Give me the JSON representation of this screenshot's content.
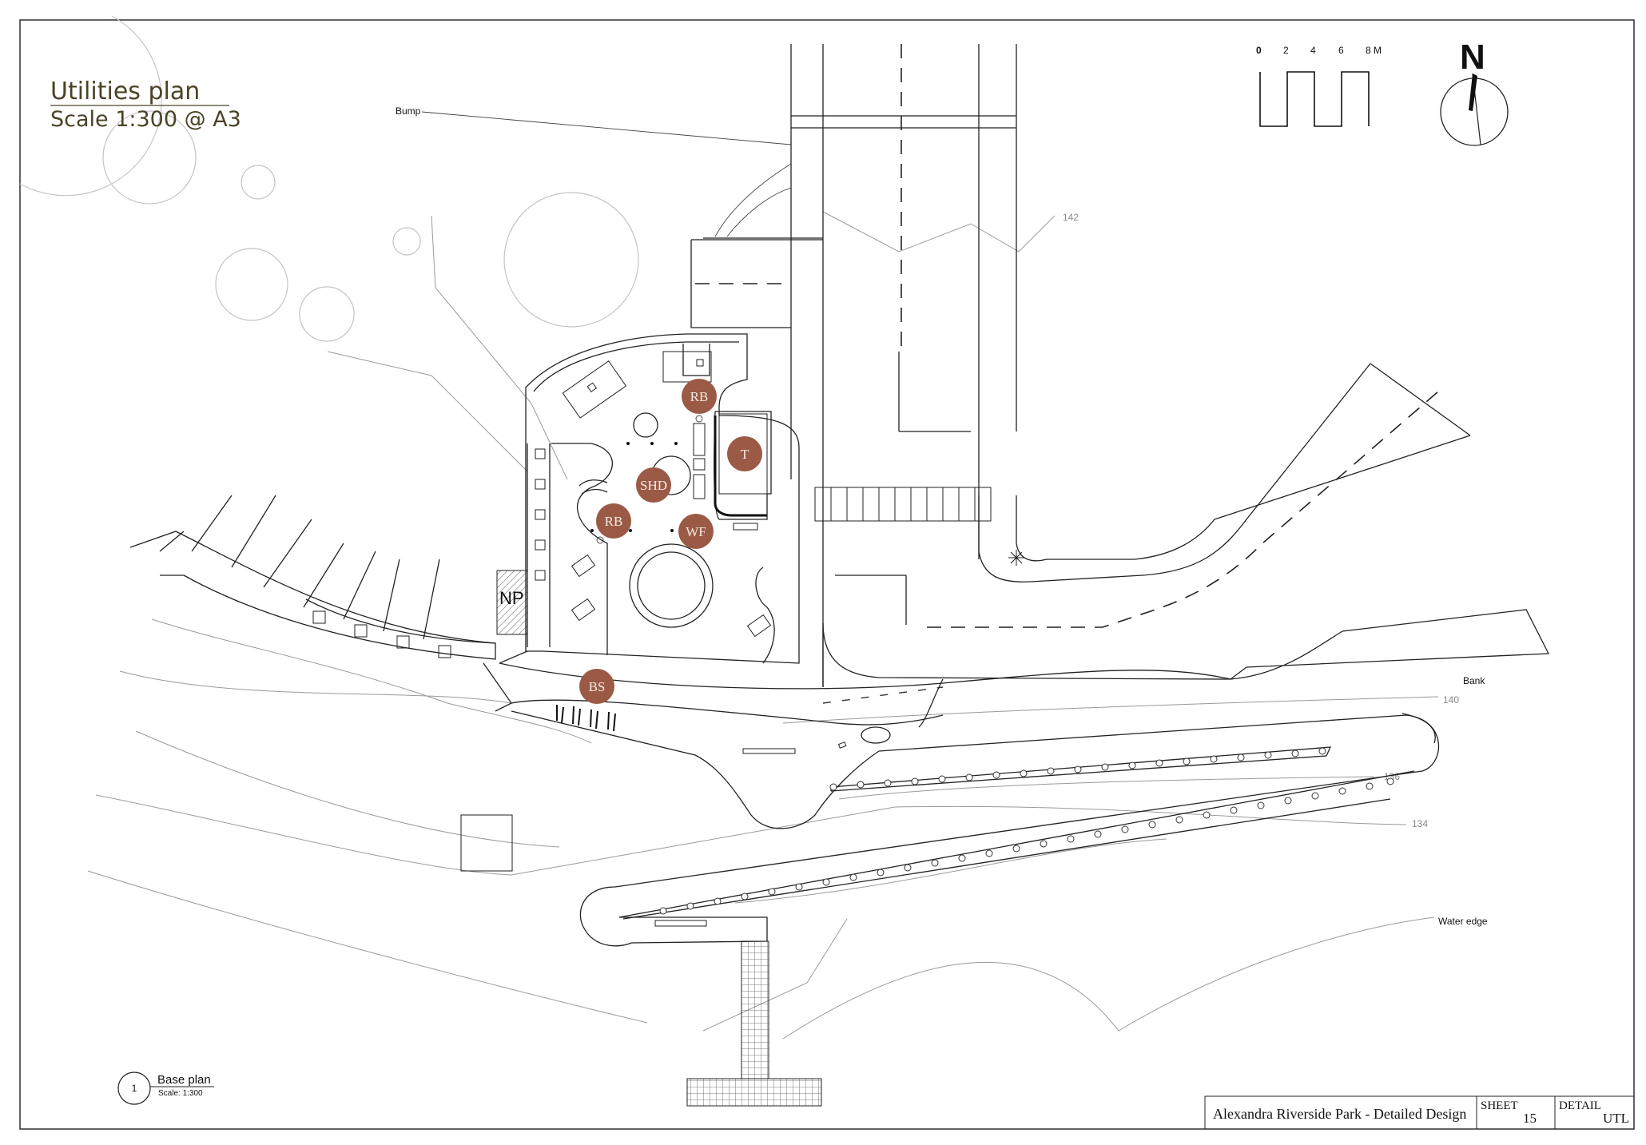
{
  "drawing": {
    "title": "Utilities plan",
    "scale_note": "Scale 1:300 @ A3"
  },
  "scale_bar": {
    "ticks": [
      "0",
      "2",
      "4",
      "6",
      "8 M"
    ]
  },
  "north_arrow": {
    "label": "N"
  },
  "annotations": {
    "bump": "Bump",
    "bank": "Bank",
    "water_edge": "Water edge",
    "contours": [
      "142",
      "140",
      "136",
      "134"
    ]
  },
  "utilities": [
    {
      "code": "RB"
    },
    {
      "code": "T"
    },
    {
      "code": "SHD"
    },
    {
      "code": "RB"
    },
    {
      "code": "WF"
    },
    {
      "code": "BS"
    }
  ],
  "no_parking": {
    "code": "NP"
  },
  "utility_color": "#9a5a45",
  "detail_reference": {
    "number": "1",
    "name": "Base plan",
    "scale": "Scale: 1:300"
  },
  "title_block": {
    "project": "Alexandra Riverside Park - Detailed Design",
    "sheet_label": "SHEET",
    "sheet_number": "15",
    "detail_label": "DETAIL",
    "detail_code": "UTL"
  }
}
